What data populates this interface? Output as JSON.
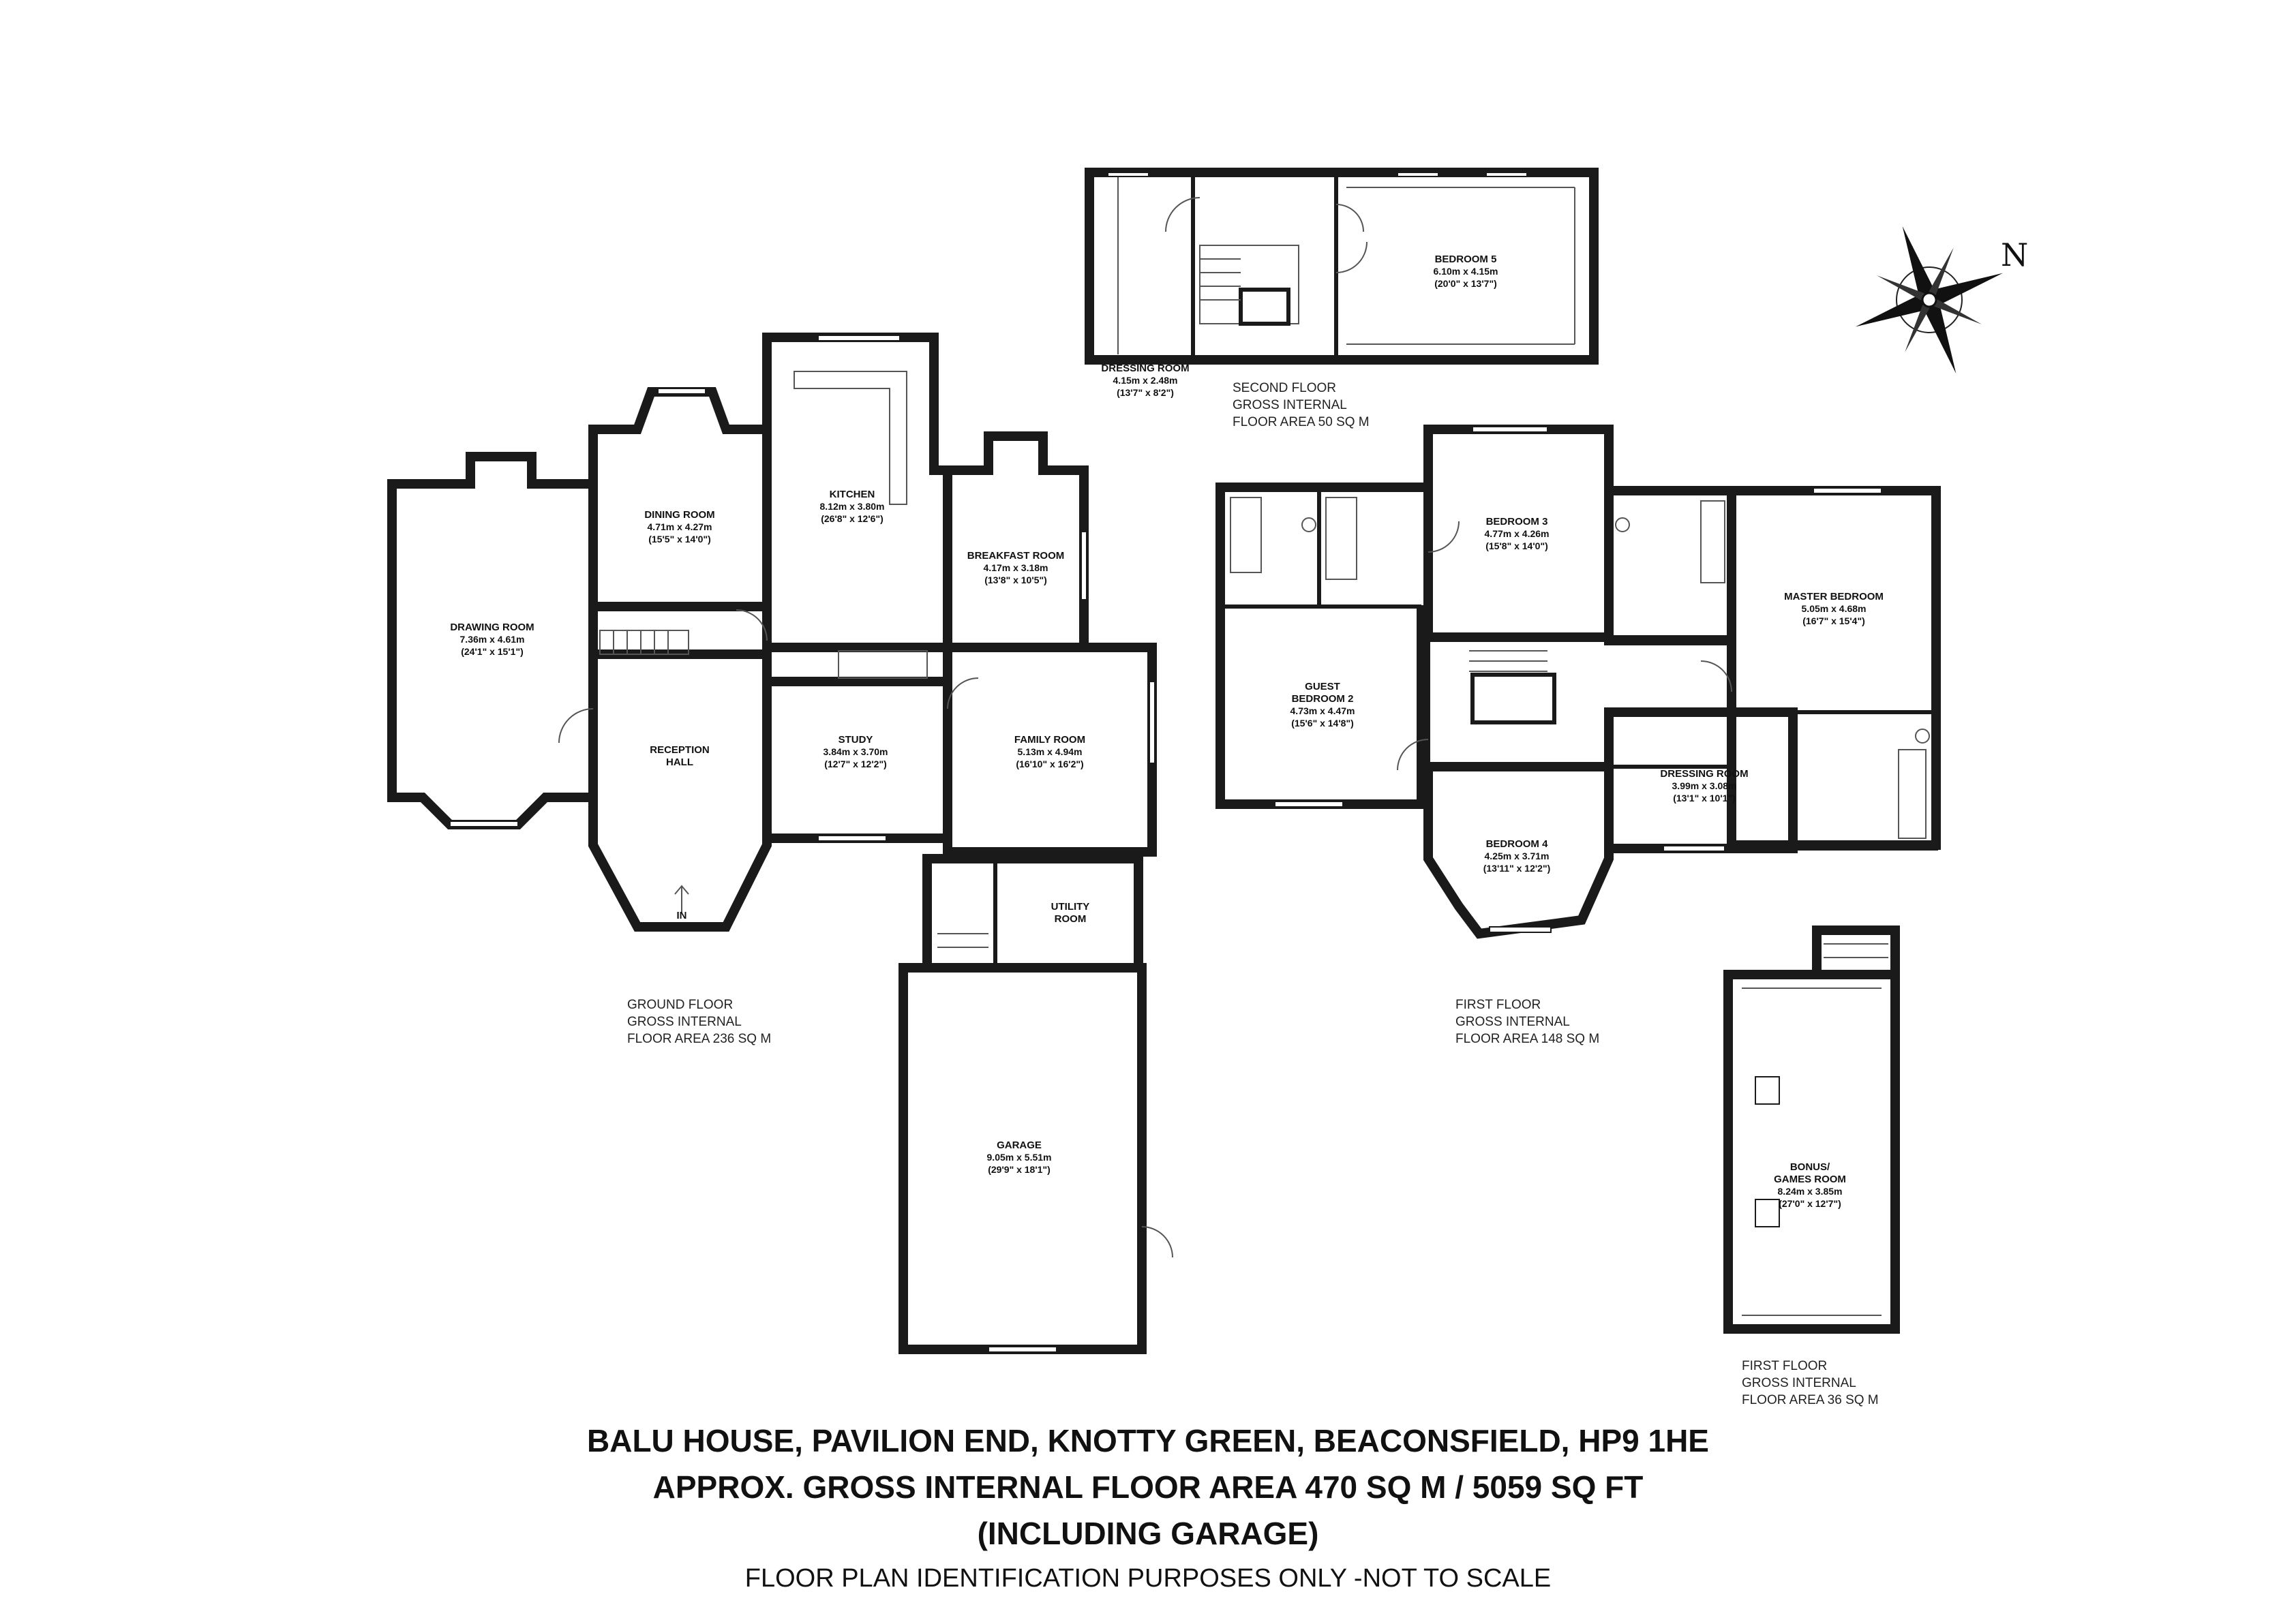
{
  "rooms": {
    "dressing_room_2f": {
      "name": "DRESSING ROOM",
      "metric": "4.15m x 2.48m",
      "imperial": "(13'7\" x 8'2\")"
    },
    "bedroom5": {
      "name": "BEDROOM 5",
      "metric": "6.10m x 4.15m",
      "imperial": "(20'0\" x 13'7\")"
    },
    "kitchen": {
      "name": "KITCHEN",
      "metric": "8.12m x 3.80m",
      "imperial": "(26'8\" x 12'6\")"
    },
    "dining": {
      "name": "DINING ROOM",
      "metric": "4.71m x 4.27m",
      "imperial": "(15'5\" x 14'0\")"
    },
    "drawing": {
      "name": "DRAWING ROOM",
      "metric": "7.36m x 4.61m",
      "imperial": "(24'1\" x 15'1\")"
    },
    "breakfast": {
      "name": "BREAKFAST ROOM",
      "metric": "4.17m x 3.18m",
      "imperial": "(13'8\" x 10'5\")"
    },
    "reception": {
      "name1": "RECEPTION",
      "name2": "HALL"
    },
    "study": {
      "name": "STUDY",
      "metric": "3.84m x 3.70m",
      "imperial": "(12'7\" x 12'2\")"
    },
    "family": {
      "name": "FAMILY ROOM",
      "metric": "5.13m x 4.94m",
      "imperial": "(16'10\" x 16'2\")"
    },
    "utility": {
      "name1": "UTILITY",
      "name2": "ROOM"
    },
    "garage": {
      "name": "GARAGE",
      "metric": "9.05m x 5.51m",
      "imperial": "(29'9\" x 18'1\")"
    },
    "bedroom3": {
      "name": "BEDROOM 3",
      "metric": "4.77m x 4.26m",
      "imperial": "(15'8\" x 14'0\")"
    },
    "master": {
      "name": "MASTER BEDROOM",
      "metric": "5.05m x 4.68m",
      "imperial": "(16'7\" x 15'4\")"
    },
    "guest": {
      "name1": "GUEST",
      "name2": "BEDROOM 2",
      "metric": "4.73m x 4.47m",
      "imperial": "(15'6\" x 14'8\")"
    },
    "dressing_1f": {
      "name": "DRESSING ROOM",
      "metric": "3.99m x 3.08m",
      "imperial": "(13'1\" x 10'1\")"
    },
    "bedroom4": {
      "name": "BEDROOM 4",
      "metric": "4.25m x 3.71m",
      "imperial": "(13'11\" x 12'2\")"
    },
    "bonus": {
      "name1": "BONUS/",
      "name2": "GAMES ROOM",
      "metric": "8.24m x 3.85m",
      "imperial": "(27'0\" x 12'7\")"
    }
  },
  "entrance_label": "IN",
  "compass_label": "N",
  "floors": {
    "second": {
      "l1": "SECOND FLOOR",
      "l2": "GROSS INTERNAL",
      "l3": "FLOOR AREA 50 SQ M"
    },
    "ground": {
      "l1": "GROUND FLOOR",
      "l2": "GROSS INTERNAL",
      "l3": "FLOOR AREA 236 SQ M"
    },
    "first": {
      "l1": "FIRST FLOOR",
      "l2": "GROSS INTERNAL",
      "l3": "FLOOR AREA 148 SQ M"
    },
    "first_annex": {
      "l1": "FIRST FLOOR",
      "l2": "GROSS INTERNAL",
      "l3": "FLOOR AREA 36 SQ M"
    }
  },
  "title": {
    "line1": "BALU HOUSE, PAVILION END, KNOTTY GREEN, BEACONSFIELD, HP9 1HE",
    "line2": "APPROX. GROSS INTERNAL FLOOR AREA 470 SQ M / 5059 SQ FT",
    "line3": "(INCLUDING GARAGE)",
    "line4": "FLOOR PLAN IDENTIFICATION PURPOSES ONLY -NOT TO SCALE"
  }
}
